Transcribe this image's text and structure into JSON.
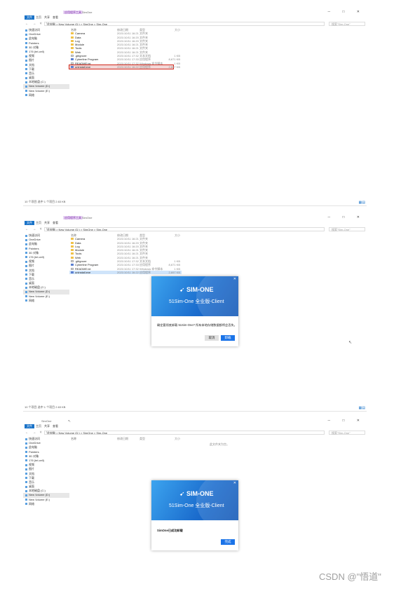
{
  "explorer": {
    "window_title": "SimOne",
    "context_tab": "应用程序工具",
    "ribbon_tabs": [
      "文件",
      "主页",
      "共享",
      "查看"
    ],
    "address_path": "此电脑 > New Volume (D:) > SimOne > Sim-One",
    "search_placeholder": "搜索\"Sim-One\"",
    "sidebar": [
      "快速访问",
      "OneDrive",
      "此电脑",
      "Painters",
      "3D 对象",
      "176 (tel-cell)",
      "视频",
      "图片",
      "文档",
      "下载",
      "音乐",
      "桌面",
      "本地磁盘 (C:)",
      "New Volume (D:)",
      "New Volume (E:)",
      "网络"
    ],
    "columns": [
      "名称",
      "修改日期",
      "类型",
      "大小"
    ],
    "files": [
      {
        "name": "Camera",
        "date": "2021/10/11 16:21",
        "type": "文件夹",
        "size": ""
      },
      {
        "name": "Data",
        "date": "2021/10/11 16:20",
        "type": "文件夹",
        "size": ""
      },
      {
        "name": "Log",
        "date": "2021/10/11 16:20",
        "type": "文件夹",
        "size": ""
      },
      {
        "name": "Module",
        "date": "2021/10/11 16:21",
        "type": "文件夹",
        "size": ""
      },
      {
        "name": "Tools",
        "date": "2021/10/11 16:21",
        "type": "文件夹",
        "size": ""
      },
      {
        "name": "Web",
        "date": "2021/10/11 16:21",
        "type": "文件夹",
        "size": ""
      },
      {
        "name": ".gitignore",
        "date": "2021/10/11 17:32",
        "type": "文本文档",
        "size": "1 KB"
      },
      {
        "name": "Cyberline Program",
        "date": "2021/10/11 17:33",
        "type": "应用程序",
        "size": "8,671 KB"
      },
      {
        "name": "README.txt",
        "date": "2021/10/11 17:32",
        "type": "Windows 命令脚本",
        "size": "1 KB"
      },
      {
        "name": "uninstall.exe",
        "date": "2021/10/11 16:22",
        "type": "应用程序",
        "size": "2,697 KB"
      }
    ],
    "status_text": "10 个项目    选中 1 个项目  2.63 KB",
    "empty_folder_text": "此文件夹为空。"
  },
  "uninstall_dialog": {
    "logo": "SIM-ONE",
    "product": "51Sim-One 全业版-Client",
    "message": "确定要彻底卸载 51Sim-One? 所有本地存储数据都将会丢失。",
    "cancel_label": "取消",
    "confirm_label": "卸载"
  },
  "done_dialog": {
    "logo": "SIM-ONE",
    "product": "51Sim-One 全业版-Client",
    "message": "SimOne已成功卸载",
    "finish_label": "完成"
  },
  "watermark": "CSDN @\"悟道\""
}
